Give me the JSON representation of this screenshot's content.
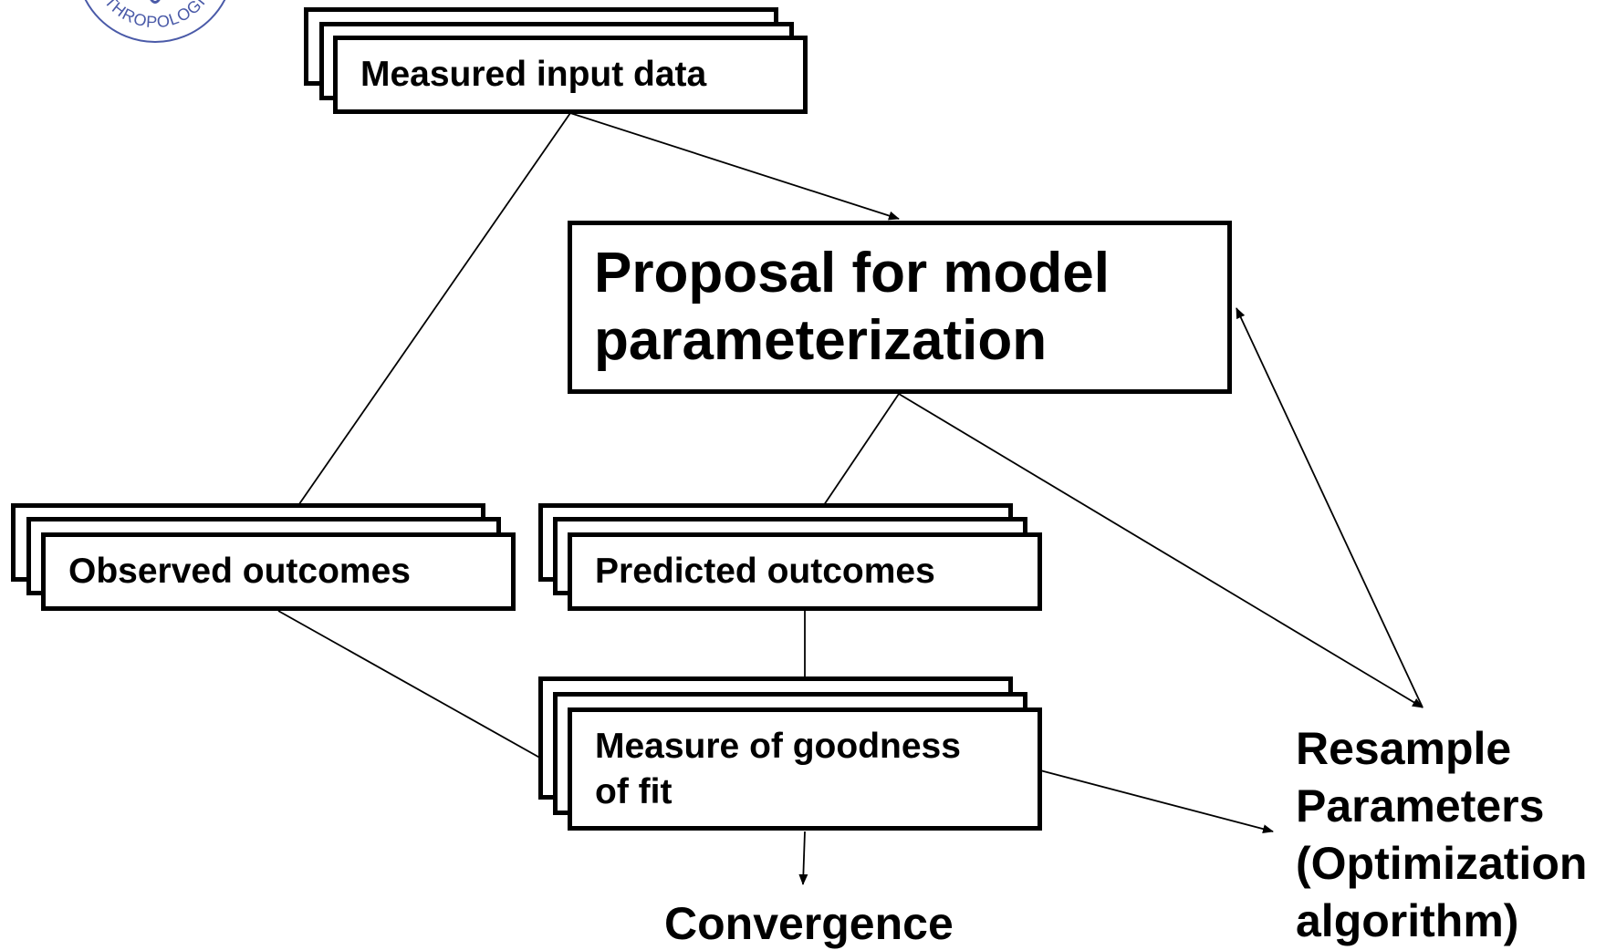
{
  "logo": {
    "text": "ANTHROPOLOGICUM"
  },
  "nodes": {
    "measured_input": "Measured input data",
    "proposal": [
      "Proposal for model",
      "parameterization"
    ],
    "observed": "Observed outcomes",
    "predicted": "Predicted outcomes",
    "goodness": [
      "Measure of goodness",
      "of fit"
    ],
    "convergence": "Convergence",
    "resample": [
      "Resample",
      "Parameters",
      "(Optimization",
      "algorithm)"
    ]
  }
}
